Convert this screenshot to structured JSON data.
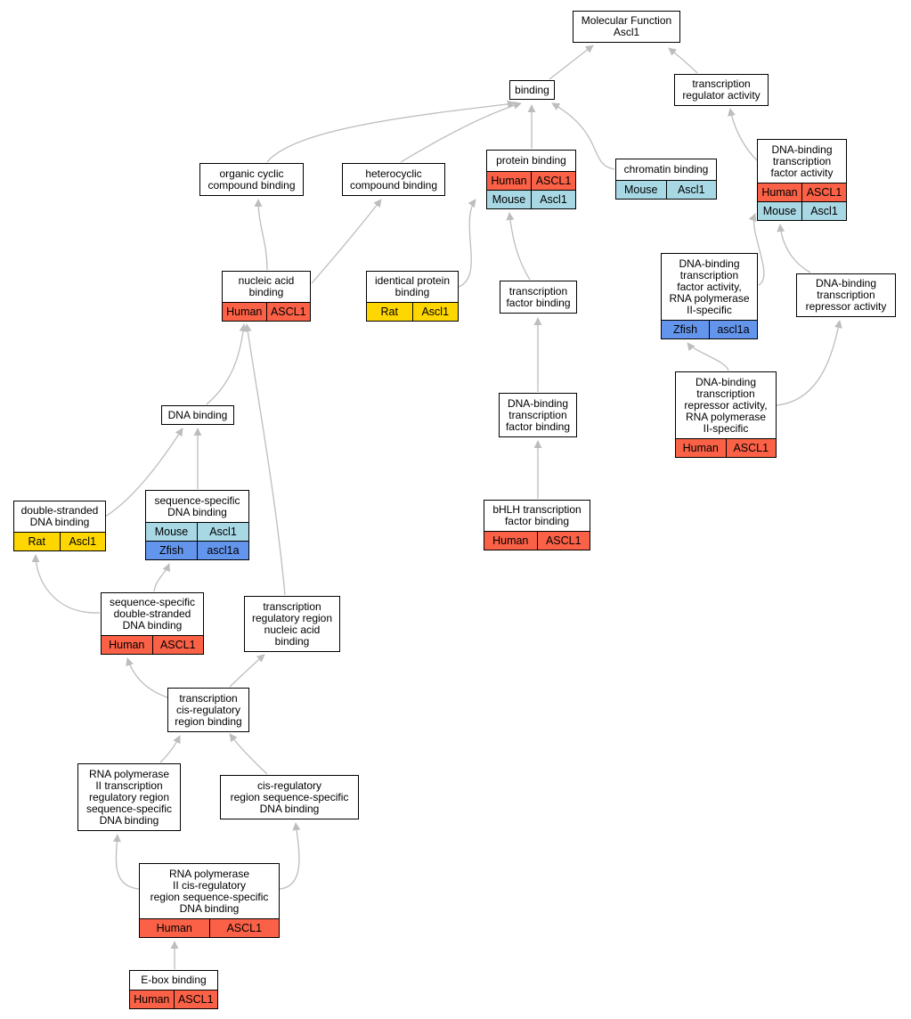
{
  "colors": {
    "edge": "#bdbdbd",
    "Human": "#fa6146",
    "Mouse": "#a8d8e4",
    "Rat": "#ffd700",
    "Zfish": "#6495ed"
  },
  "nodes": [
    {
      "id": "molecular-function",
      "label": [
        "Molecular Function",
        "Ascl1"
      ],
      "rows": []
    },
    {
      "id": "binding",
      "label": [
        "binding"
      ],
      "rows": []
    },
    {
      "id": "transcription-regulator-activity",
      "label": [
        "transcription",
        "regulator activity"
      ],
      "rows": []
    },
    {
      "id": "organic-cyclic-compound-binding",
      "label": [
        "organic cyclic",
        "compound binding"
      ],
      "rows": []
    },
    {
      "id": "heterocyclic-compound-binding",
      "label": [
        "heterocyclic",
        "compound binding"
      ],
      "rows": []
    },
    {
      "id": "protein-binding",
      "label": [
        "protein binding"
      ],
      "rows": [
        {
          "species": "Human",
          "gene": "ASCL1"
        },
        {
          "species": "Mouse",
          "gene": "Ascl1"
        }
      ]
    },
    {
      "id": "chromatin-binding",
      "label": [
        "chromatin binding"
      ],
      "rows": [
        {
          "species": "Mouse",
          "gene": "Ascl1"
        }
      ]
    },
    {
      "id": "dna-binding-transcription-factor-activity",
      "label": [
        "DNA-binding",
        "transcription",
        "factor activity"
      ],
      "rows": [
        {
          "species": "Human",
          "gene": "ASCL1"
        },
        {
          "species": "Mouse",
          "gene": "Ascl1"
        }
      ]
    },
    {
      "id": "nucleic-acid-binding",
      "label": [
        "nucleic acid",
        "binding"
      ],
      "rows": [
        {
          "species": "Human",
          "gene": "ASCL1"
        }
      ]
    },
    {
      "id": "identical-protein-binding",
      "label": [
        "identical protein",
        "binding"
      ],
      "rows": [
        {
          "species": "Rat",
          "gene": "Ascl1"
        }
      ]
    },
    {
      "id": "transcription-factor-binding",
      "label": [
        "transcription",
        "factor binding"
      ],
      "rows": []
    },
    {
      "id": "dna-binding-tf-activity-rna-pol-ii",
      "label": [
        "DNA-binding",
        "transcription",
        "factor activity,",
        "RNA polymerase",
        "II-specific"
      ],
      "rows": [
        {
          "species": "Zfish",
          "gene": "ascl1a"
        }
      ]
    },
    {
      "id": "dna-binding-transcription-repressor-activity",
      "label": [
        "DNA-binding",
        "transcription",
        "repressor activity"
      ],
      "rows": []
    },
    {
      "id": "dna-binding",
      "label": [
        "DNA binding"
      ],
      "rows": []
    },
    {
      "id": "dna-binding-transcription-factor-binding",
      "label": [
        "DNA-binding",
        "transcription",
        "factor binding"
      ],
      "rows": []
    },
    {
      "id": "dna-binding-repressor-activity-rna-pol-ii",
      "label": [
        "DNA-binding",
        "transcription",
        "repressor activity,",
        "RNA polymerase",
        "II-specific"
      ],
      "rows": [
        {
          "species": "Human",
          "gene": "ASCL1"
        }
      ]
    },
    {
      "id": "double-stranded-dna-binding",
      "label": [
        "double-stranded",
        "DNA binding"
      ],
      "rows": [
        {
          "species": "Rat",
          "gene": "Ascl1"
        }
      ]
    },
    {
      "id": "sequence-specific-dna-binding",
      "label": [
        "sequence-specific",
        "DNA binding"
      ],
      "rows": [
        {
          "species": "Mouse",
          "gene": "Ascl1"
        },
        {
          "species": "Zfish",
          "gene": "ascl1a"
        }
      ]
    },
    {
      "id": "bhlh-transcription-factor-binding",
      "label": [
        "bHLH transcription",
        "factor binding"
      ],
      "rows": [
        {
          "species": "Human",
          "gene": "ASCL1"
        }
      ]
    },
    {
      "id": "sequence-specific-double-stranded-dna-binding",
      "label": [
        "sequence-specific",
        "double-stranded",
        "DNA binding"
      ],
      "rows": [
        {
          "species": "Human",
          "gene": "ASCL1"
        }
      ]
    },
    {
      "id": "transcription-regulatory-region-nucleic-acid-binding",
      "label": [
        "transcription",
        "regulatory region",
        "nucleic acid",
        "binding"
      ],
      "rows": []
    },
    {
      "id": "transcription-cis-regulatory-region-binding",
      "label": [
        "transcription",
        "cis-regulatory",
        "region binding"
      ],
      "rows": []
    },
    {
      "id": "rna-pol-ii-transcription-regulatory-region-sequence-specific-dna-binding",
      "label": [
        "RNA polymerase",
        "II transcription",
        "regulatory region",
        "sequence-specific",
        "DNA binding"
      ],
      "rows": []
    },
    {
      "id": "cis-regulatory-region-sequence-specific-dna-binding",
      "label": [
        "cis-regulatory",
        "region sequence-specific",
        "DNA binding"
      ],
      "rows": []
    },
    {
      "id": "rna-pol-ii-cis-regulatory-region-sequence-specific-dna-binding",
      "label": [
        "RNA polymerase",
        "II cis-regulatory",
        "region sequence-specific",
        "DNA binding"
      ],
      "rows": [
        {
          "species": "Human",
          "gene": "ASCL1"
        }
      ]
    },
    {
      "id": "e-box-binding",
      "label": [
        "E-box binding"
      ],
      "rows": [
        {
          "species": "Human",
          "gene": "ASCL1"
        }
      ]
    }
  ]
}
